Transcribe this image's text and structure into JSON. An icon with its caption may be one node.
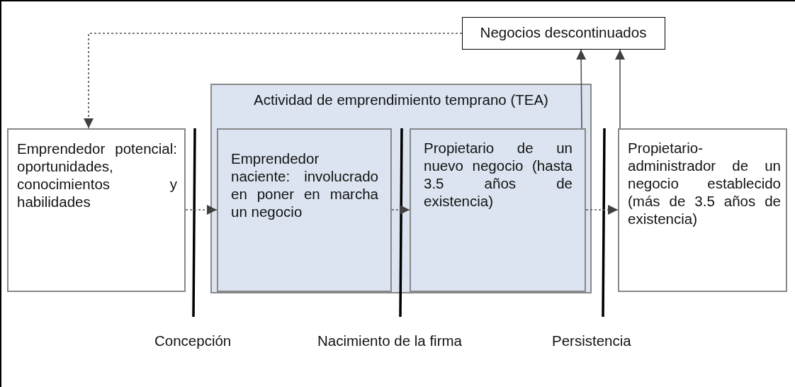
{
  "diagram": {
    "nodes": [
      {
        "text": [
          "Negocios descontinuados"
        ]
      },
      {
        "text": [
          "Actividad de emprendimiento temprano (TEA)"
        ]
      },
      {
        "text": [
          "Emprendedor potencial: oportunidades, conocimientos y habilidades"
        ]
      },
      {
        "text": [
          "Emprendedor naciente: involucrado en poner en marcha un negocio"
        ],
        "in": 1
      },
      {
        "text": [
          "Propietario de un nuevo negocio (hasta 3.5 años de existencia)"
        ],
        "in": 1
      },
      {
        "text": [
          "Propietario-administrador de un negocio establecido (más de 3.5 años de existencia)"
        ]
      }
    ],
    "edges": [
      {
        "from": 0,
        "to": 2,
        "arrow": "to",
        "style": "dashed"
      },
      {
        "from": 2,
        "to": 3,
        "arrow": "to",
        "style": "dashed"
      },
      {
        "from": 3,
        "to": 4,
        "arrow": "to",
        "style": "dashed"
      },
      {
        "from": 4,
        "to": 5,
        "arrow": "to",
        "style": "dashed"
      },
      {
        "from": 4,
        "to": 0,
        "arrow": "to"
      },
      {
        "from": 5,
        "to": 0,
        "arrow": "to"
      }
    ],
    "labels": [
      "Concepción",
      "Nacimiento de la firma",
      "Persistencia"
    ]
  }
}
